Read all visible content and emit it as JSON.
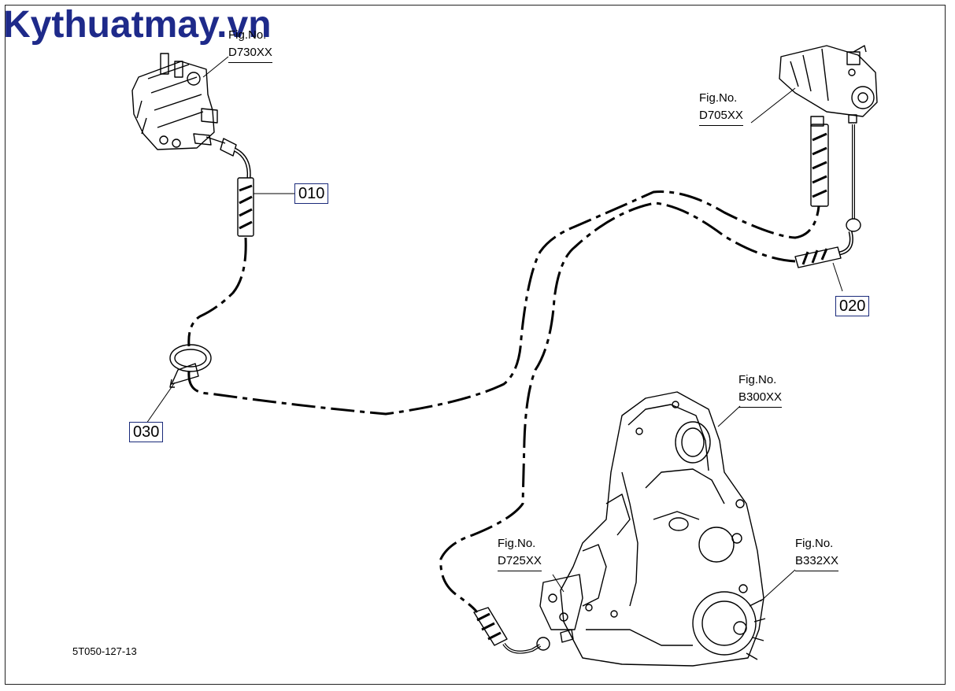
{
  "watermark": "Kythuatmay.vn",
  "figure_refs": [
    {
      "id": "d730",
      "label": "Fig.No.",
      "code": "D730XX"
    },
    {
      "id": "d705",
      "label": "Fig.No.",
      "code": "D705XX"
    },
    {
      "id": "b300",
      "label": "Fig.No.",
      "code": "B300XX"
    },
    {
      "id": "d725",
      "label": "Fig.No.",
      "code": "D725XX"
    },
    {
      "id": "b332",
      "label": "Fig.No.",
      "code": "B332XX"
    }
  ],
  "callouts": [
    "010",
    "020",
    "030"
  ],
  "drawing_code": "5T050-127-13"
}
